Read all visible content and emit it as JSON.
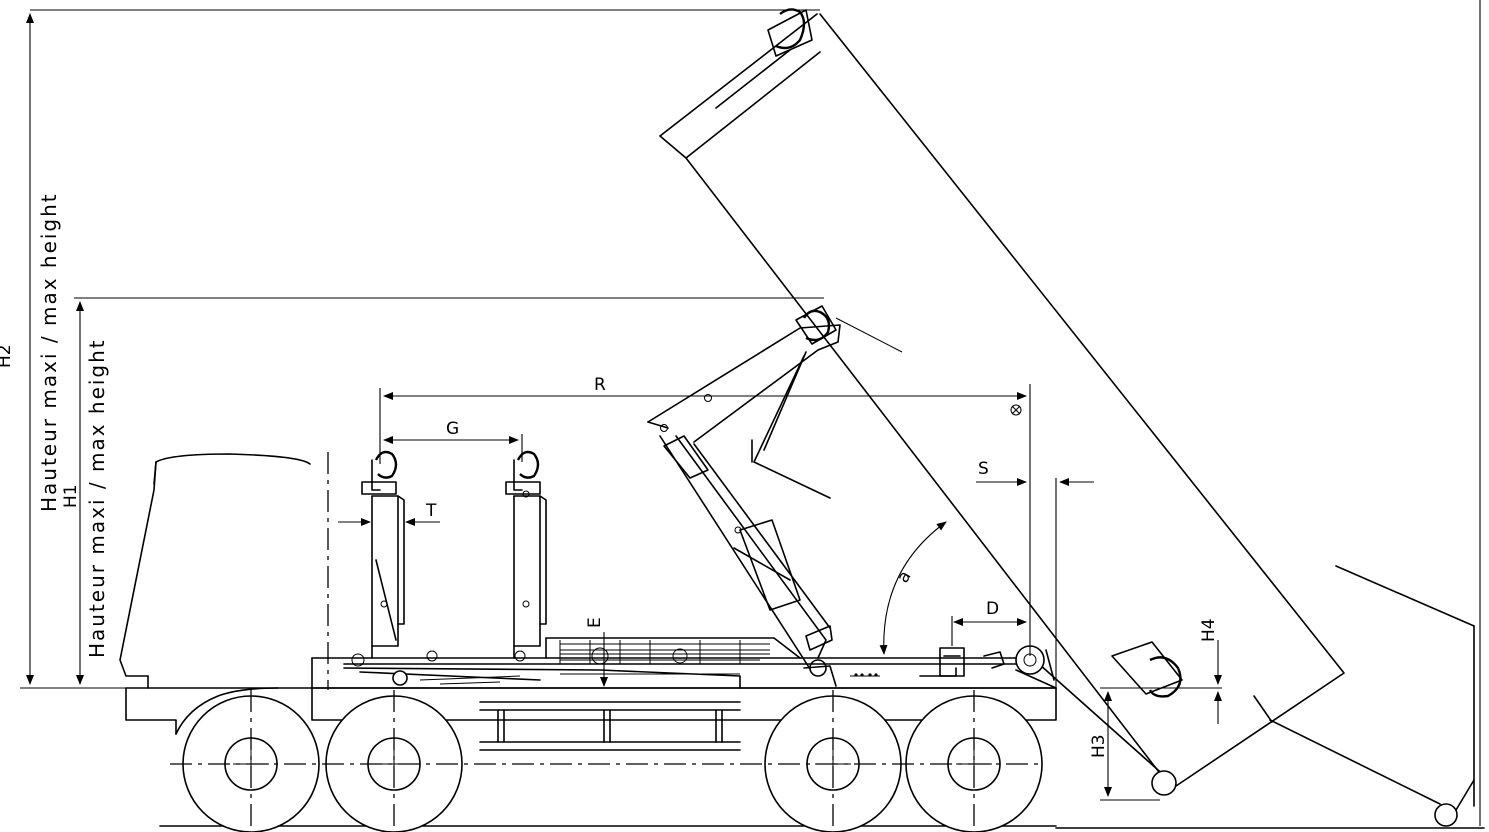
{
  "dimensions": {
    "H2": "H2",
    "H1": "H1",
    "R": "R",
    "G": "G",
    "T": "T",
    "S": "S",
    "E": "E",
    "D": "D",
    "a": "a",
    "H3": "H3",
    "H4": "H4"
  },
  "labels": {
    "max_height_h2": "Hauteur maxi / max height",
    "max_height_h1": "Hauteur maxi / max height"
  }
}
